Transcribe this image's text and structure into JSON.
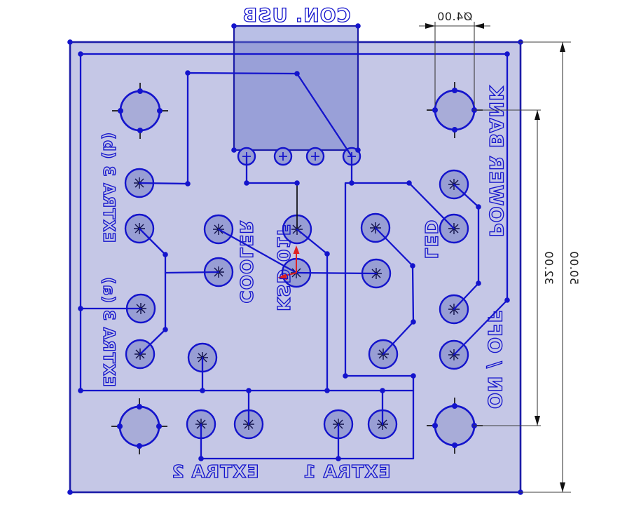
{
  "board": {
    "labels": {
      "con_usb": "CON. USB",
      "power_bank": "POWER BANK",
      "on_off": "ON / OFF",
      "cooler": "COOLER",
      "ksd_01f": "KSD 01F",
      "led": "LED",
      "extra3_b": "EXTRA 3 (b)",
      "extra3_a": "EXTRA 3 (a)",
      "extra2": "EXTRA 2",
      "extra1": "EXTRA 1"
    },
    "dimensions": {
      "hole_diameter": "Ø4.00",
      "hole_pitch": "32.00",
      "board_height": "50.00"
    },
    "colors": {
      "background": "#ffffff",
      "board_fill": "#c5c7e6",
      "board_outline": "#1c1ca8",
      "trace": "#1414cc",
      "pad_fill": "#989ed4",
      "connector_fill": "#9aa0d8",
      "dimension_text": "#222222",
      "origin_marker": "#e02020"
    }
  }
}
